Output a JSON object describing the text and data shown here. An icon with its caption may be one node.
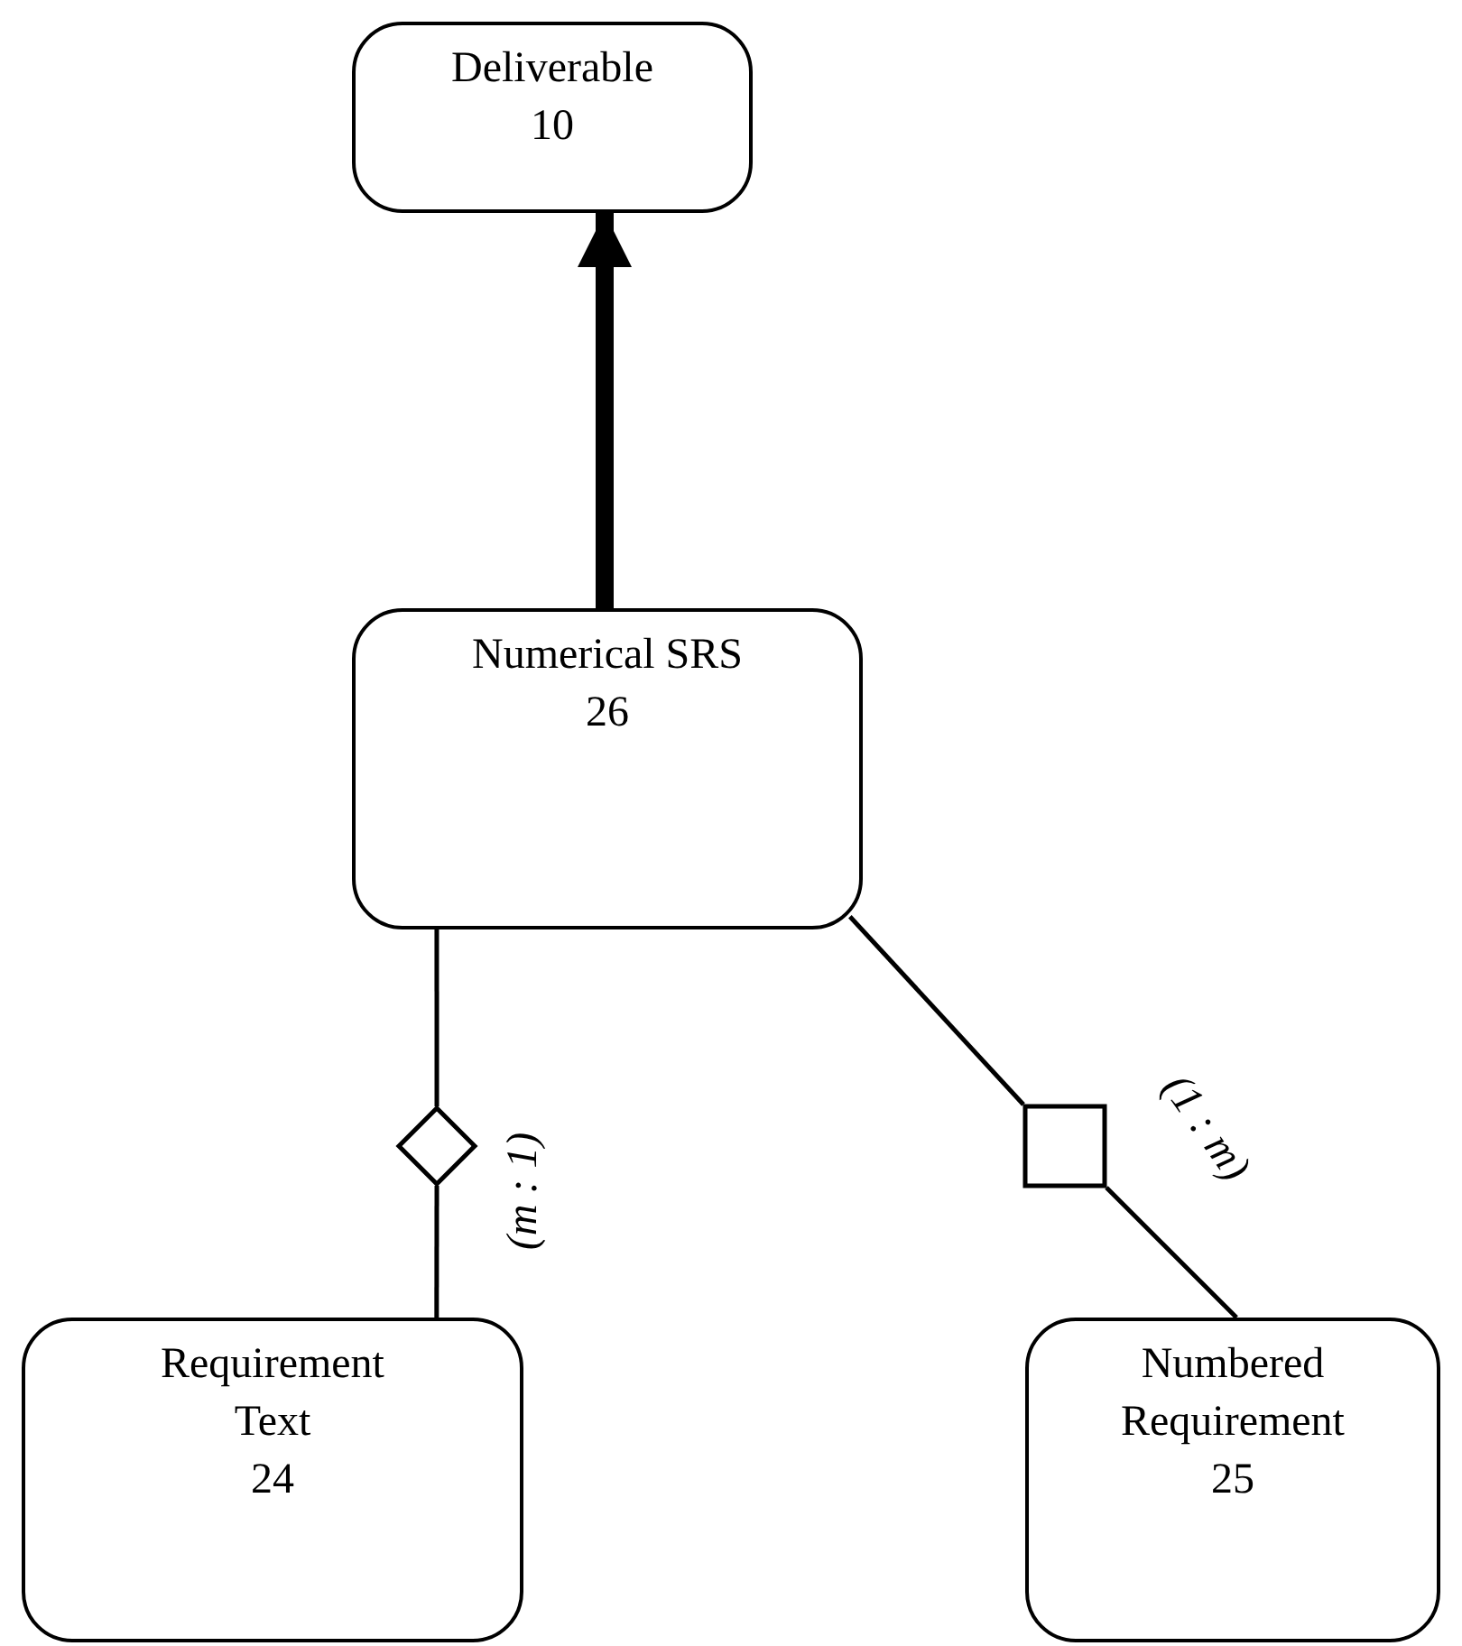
{
  "diagram": {
    "nodes": [
      {
        "text": [
          "Deliverable",
          "10"
        ]
      },
      {
        "text": [
          "Numerical SRS",
          "26"
        ]
      },
      {
        "text": [],
        "shape": "diamond",
        "beside": [
          "(m : 1)"
        ]
      },
      {
        "text": [],
        "shape": "box",
        "beside": [
          "(1 : m)"
        ]
      },
      {
        "text": [
          "Requirement Text",
          "24"
        ]
      },
      {
        "text": [
          "Numbered Requirement",
          "25"
        ]
      }
    ],
    "edges": [
      {
        "from": 1,
        "to": 0,
        "arrow": "to",
        "style": "thick"
      },
      {
        "from": 1,
        "to": 2,
        "arrow": "none"
      },
      {
        "from": 2,
        "to": 4,
        "arrow": "none"
      },
      {
        "from": 1,
        "to": 3,
        "arrow": "none"
      },
      {
        "from": 3,
        "to": 5,
        "arrow": "none"
      }
    ]
  }
}
